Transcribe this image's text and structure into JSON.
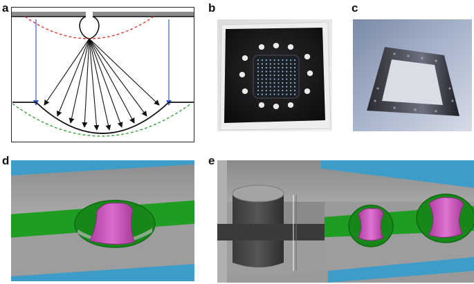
{
  "panels": {
    "a": {
      "label": "a"
    },
    "b": {
      "label": "b"
    },
    "c": {
      "label": "c"
    },
    "d": {
      "label": "d"
    },
    "e": {
      "label": "e"
    }
  },
  "colors": {
    "ray": "#111111",
    "vertical_ray": "#3a5fcd",
    "upper_dashed": "#e0302a",
    "lower_dashed": "#2a9a2a",
    "channel_green": "#1f9d22",
    "water_blue": "#3d9cc8",
    "droplet_magenta": "#c04bb0",
    "block_gray": "#9a9a9a"
  },
  "panel_b": {
    "well_grid": {
      "rows": 10,
      "cols": 10
    },
    "port_holes": 12
  },
  "panel_e": {
    "chambers": 2
  }
}
